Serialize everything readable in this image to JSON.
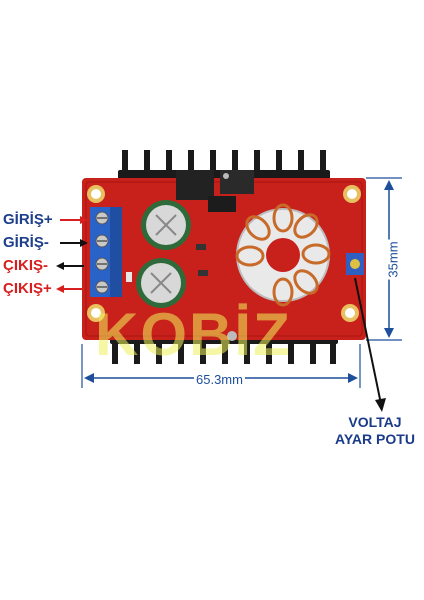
{
  "terminals": [
    {
      "label": "GİRİŞ+",
      "color": "#1d3f8c",
      "arrow": "#d81e1e"
    },
    {
      "label": "GİRİŞ-",
      "color": "#1d3f8c",
      "arrow": "#111111"
    },
    {
      "label": "ÇIKIŞ-",
      "color": "#d81e1e",
      "arrow": "#111111"
    },
    {
      "label": "ÇIKIŞ+",
      "color": "#d81e1e",
      "arrow": "#d81e1e"
    }
  ],
  "dimensions": {
    "width_label": "65.3mm",
    "height_label": "35mm"
  },
  "annotation": {
    "line1": "VOLTAJ",
    "line2": "AYAR POTU"
  },
  "watermark": "KOBİZ",
  "colors": {
    "pcb": "#c8201a",
    "heatsink": "#1a1a1a",
    "dimension": "#1d4f9a",
    "terminal_block": "#2a63c8",
    "coil_copper": "#c86a2a",
    "capacitor": "#2f6b3a"
  }
}
